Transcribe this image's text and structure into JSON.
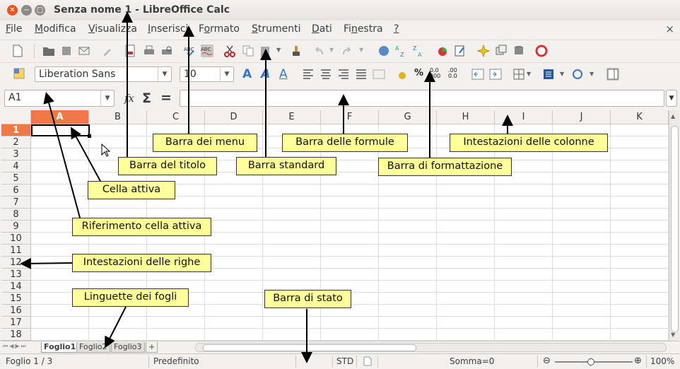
{
  "window": {
    "title": "Senza nome 1 - LibreOffice Calc"
  },
  "menubar": {
    "items": [
      {
        "label": "File",
        "u": "F"
      },
      {
        "label": "Modifica",
        "u": "M"
      },
      {
        "label": "Visualizza",
        "u": "V"
      },
      {
        "label": "Inserisci",
        "u": "I"
      },
      {
        "label": "Formato",
        "u": "o"
      },
      {
        "label": "Strumenti",
        "u": "S"
      },
      {
        "label": "Dati",
        "u": "D"
      },
      {
        "label": "Finestra",
        "u": "n"
      },
      {
        "label": "?",
        "u": "?"
      }
    ],
    "close": "×"
  },
  "formatting": {
    "font_name": "Liberation Sans",
    "font_size": "10"
  },
  "formula_bar": {
    "cell_ref": "A1",
    "fx": "fx",
    "sum": "Σ",
    "equals": "=",
    "content": ""
  },
  "grid": {
    "columns": [
      "A",
      "B",
      "C",
      "D",
      "E",
      "F",
      "G",
      "H",
      "I",
      "J",
      "K"
    ],
    "rows": [
      "1",
      "2",
      "3",
      "4",
      "5",
      "6",
      "7",
      "8",
      "9",
      "10",
      "11",
      "12",
      "13",
      "14",
      "15",
      "16",
      "17",
      "18"
    ],
    "active_cell": "A1"
  },
  "sheets": {
    "tabs": [
      "Foglio1",
      "Foglio2",
      "Foglio3"
    ],
    "active": "Foglio1",
    "add": "+"
  },
  "statusbar": {
    "sheet_info": "Foglio 1 / 3",
    "page_style": "Predefinito",
    "mode": "STD",
    "sum": "Somma=0",
    "zoom": "100%",
    "zoom_level": 100
  },
  "callouts": {
    "menu_bar": "Barra dei menu",
    "formula_bar": "Barra delle formule",
    "column_headers": "Intestazioni delle colonne",
    "title_bar": "Barra del titolo",
    "standard_bar": "Barra standard",
    "formatting_bar": "Barra di formattazione",
    "active_cell": "Cella attiva",
    "active_cell_ref": "Riferimento cella attiva",
    "row_headers": "Intestazioni delle righe",
    "sheet_tabs": "Linguette dei fogli",
    "status_bar": "Barra di stato"
  },
  "colors": {
    "titlebar_close": "#e95420",
    "callout_bg": "#ffff99",
    "active_header": "#f07746"
  }
}
